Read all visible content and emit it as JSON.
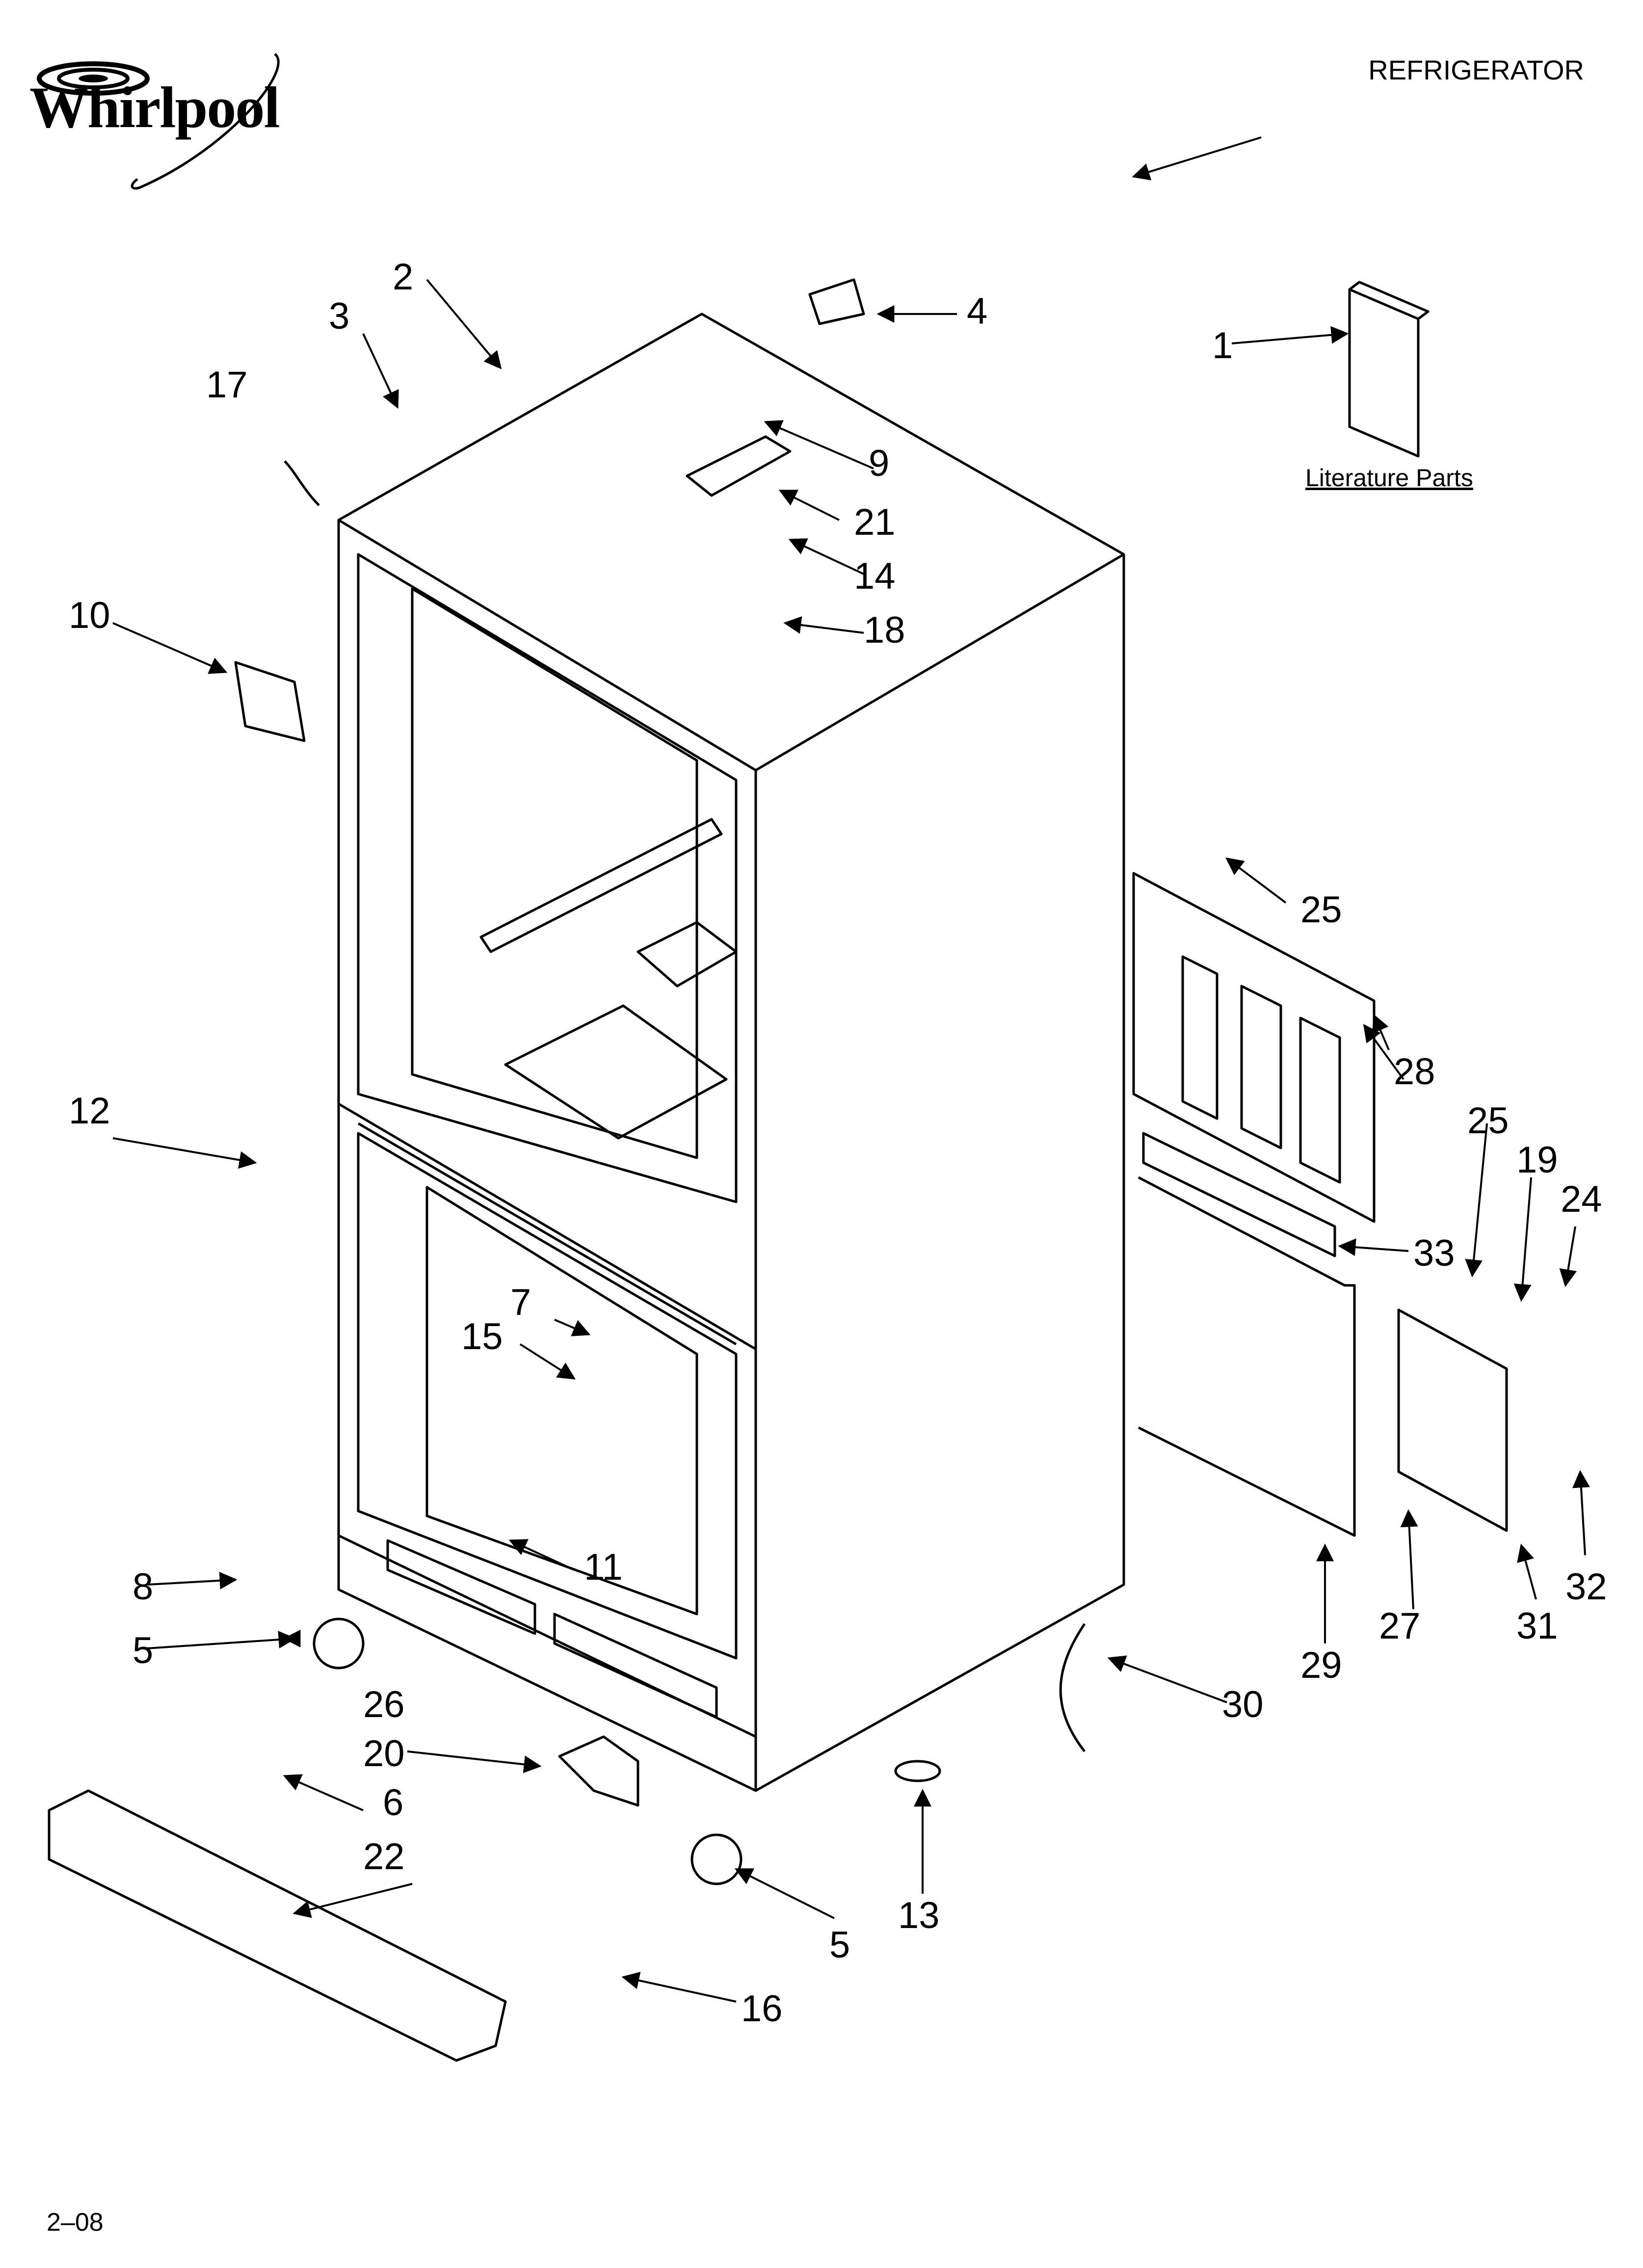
{
  "header": {
    "brand": "Whirlpool",
    "section_title": "REFRIGERATOR"
  },
  "literature": {
    "label": "Literature Parts"
  },
  "footer": {
    "code": "2–08"
  },
  "callouts": [
    {
      "id": "1",
      "text": "1"
    },
    {
      "id": "2",
      "text": "2"
    },
    {
      "id": "3",
      "text": "3"
    },
    {
      "id": "4",
      "text": "4"
    },
    {
      "id": "5a",
      "text": "5"
    },
    {
      "id": "5b",
      "text": "5"
    },
    {
      "id": "6",
      "text": "6"
    },
    {
      "id": "7",
      "text": "7"
    },
    {
      "id": "8",
      "text": "8"
    },
    {
      "id": "9",
      "text": "9"
    },
    {
      "id": "10",
      "text": "10"
    },
    {
      "id": "11",
      "text": "11"
    },
    {
      "id": "12",
      "text": "12"
    },
    {
      "id": "13",
      "text": "13"
    },
    {
      "id": "14",
      "text": "14"
    },
    {
      "id": "15",
      "text": "15"
    },
    {
      "id": "16",
      "text": "16"
    },
    {
      "id": "17",
      "text": "17"
    },
    {
      "id": "18",
      "text": "18"
    },
    {
      "id": "19",
      "text": "19"
    },
    {
      "id": "20",
      "text": "20"
    },
    {
      "id": "21",
      "text": "21"
    },
    {
      "id": "22",
      "text": "22"
    },
    {
      "id": "24",
      "text": "24"
    },
    {
      "id": "25a",
      "text": "25"
    },
    {
      "id": "25b",
      "text": "25"
    },
    {
      "id": "26",
      "text": "26"
    },
    {
      "id": "27",
      "text": "27"
    },
    {
      "id": "28",
      "text": "28"
    },
    {
      "id": "29",
      "text": "29"
    },
    {
      "id": "30",
      "text": "30"
    },
    {
      "id": "31",
      "text": "31"
    },
    {
      "id": "32",
      "text": "32"
    },
    {
      "id": "33",
      "text": "33"
    }
  ]
}
